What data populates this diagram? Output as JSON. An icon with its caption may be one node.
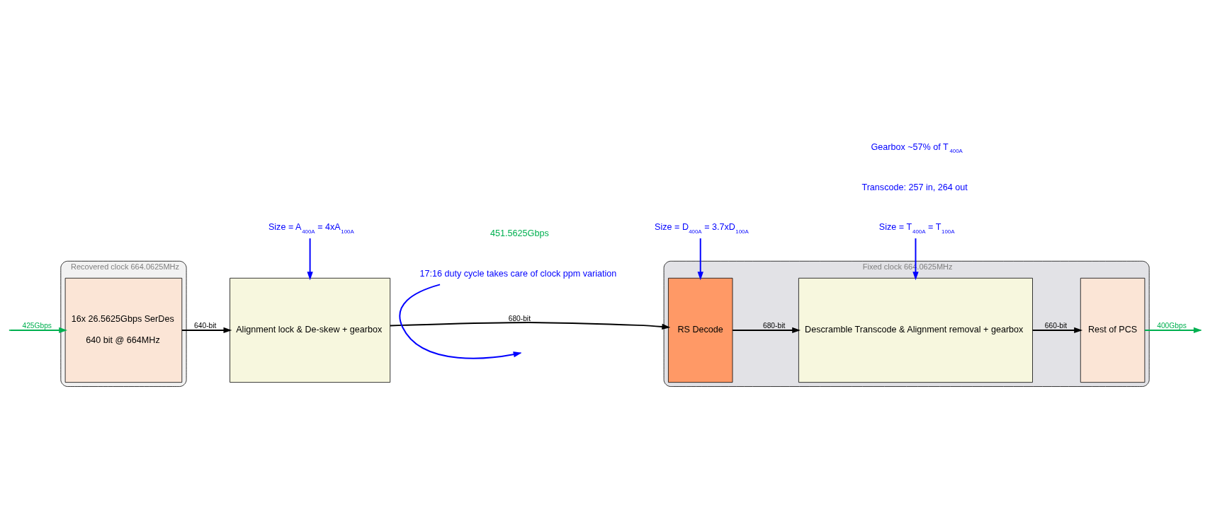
{
  "diagram": {
    "nodes": [
      {
        "text": [
          "Recovered clock 664.0625MHz"
        ]
      },
      {
        "text": [
          "Fixed clock 664.0625MHz"
        ]
      },
      {
        "text": [
          "16x 26.5625Gbps SerDes",
          "640 bit @ 664MHz"
        ],
        "in": 0
      },
      {
        "text": [
          "Alignment lock & De-skew + gearbox"
        ]
      },
      {
        "text": [
          "RS Decode"
        ],
        "in": 1
      },
      {
        "text": [
          "Descramble Transcode & Alignment removal + gearbox"
        ],
        "in": 1
      },
      {
        "text": [
          "Rest of PCS"
        ],
        "in": 1
      },
      {
        "text": [
          "17:16 duty cycle takes care of clock ppm variation"
        ]
      },
      {
        "text": [
          "Size = A$_{400A}$ = 4xA$_{100A}$"
        ]
      },
      {
        "text": [
          "Size = D$_{400A}$ = 3.7xD$_{100A}$"
        ]
      },
      {
        "text": [
          "Size = T$_{400A}$ = T$_{100A}$"
        ]
      }
    ],
    "edges": [
      {
        "from": null,
        "to": 2,
        "arrow": "to",
        "label": "425Gbps",
        "color": "#00b050"
      },
      {
        "from": 2,
        "to": 3,
        "arrow": "to",
        "label": "640-bit"
      },
      {
        "from": 3,
        "to": 4,
        "arrow": "to",
        "label": "680-bit"
      },
      {
        "from": 4,
        "to": 5,
        "arrow": "to",
        "label": "680-bit"
      },
      {
        "from": 5,
        "to": 6,
        "arrow": "to",
        "label": "660-bit"
      },
      {
        "from": 6,
        "to": null,
        "arrow": "to",
        "label": "400Gbps",
        "color": "#00b050"
      },
      {
        "from": 7,
        "to": null,
        "arrow": "to",
        "color": "#0000ff"
      },
      {
        "from": 8,
        "to": 3,
        "arrow": "to",
        "color": "#0000ff"
      },
      {
        "from": 9,
        "to": 4,
        "arrow": "to",
        "color": "#0000ff"
      },
      {
        "from": 10,
        "to": 5,
        "arrow": "to",
        "color": "#0000ff"
      }
    ],
    "labels": [
      "Transcode: 257 in, 264 out",
      "451.5625Gbps",
      "Gearbox ~57% of T$_{400A}$"
    ]
  }
}
